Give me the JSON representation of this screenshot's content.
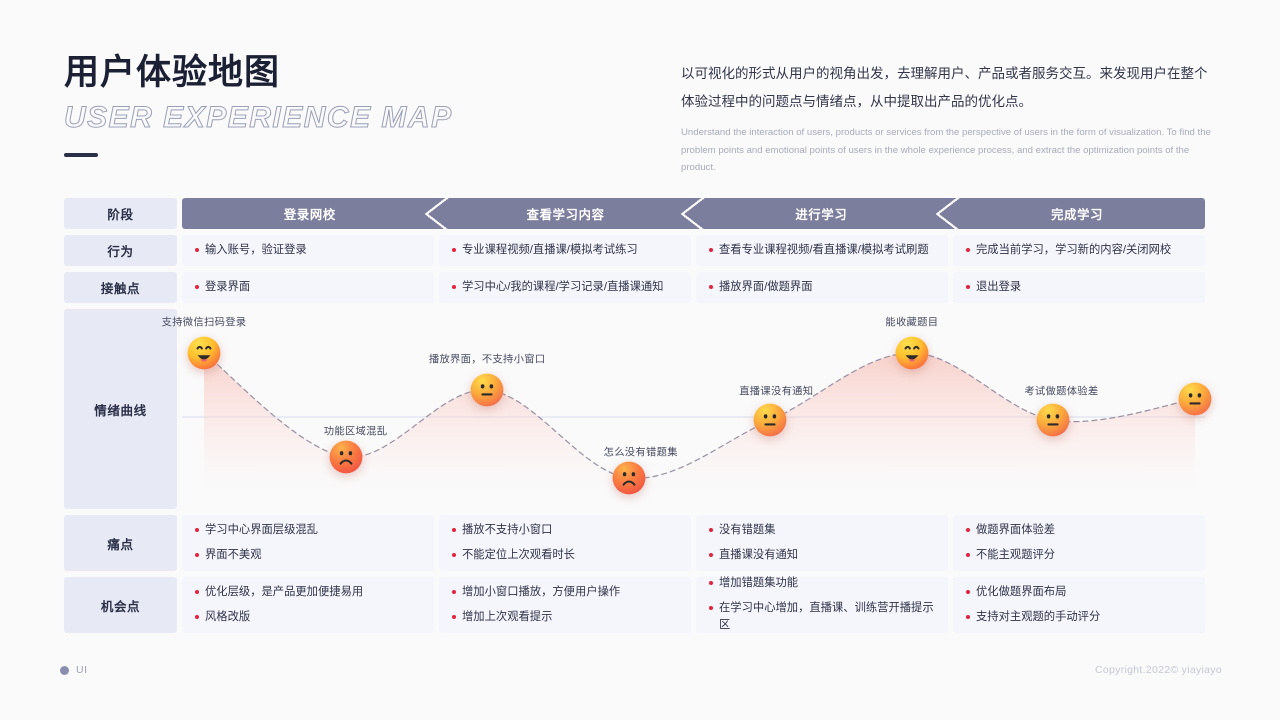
{
  "header": {
    "title_cn": "用户体验地图",
    "title_en": "USER EXPERIENCE MAP",
    "desc_cn": "以可视化的形式从用户的视角出发，去理解用户、产品或者服务交互。来发现用户在整个体验过程中的问题点与情绪点，从中提取出产品的优化点。",
    "desc_en": "Understand the interaction of users, products or services from the perspective of users in the form of visualization. To find the problem points and emotional points of users in the whole experience process, and extract the optimization points of the product."
  },
  "colors": {
    "page_bg": "#fafafb",
    "stage_bar": "#7c7e9d",
    "row_label_bg": "#e7eaf5",
    "cell_bg": "#f5f6fc",
    "bullet": "#e2243c",
    "title": "#1c2034",
    "curve_line": "#9b93a8",
    "curve_fill": "#f8d7d2"
  },
  "row_labels": {
    "stage": "阶段",
    "action": "行为",
    "touchpoint": "接触点",
    "emotion": "情绪曲线",
    "pain": "痛点",
    "opportunity": "机会点"
  },
  "stages": [
    {
      "label": "登录网校"
    },
    {
      "label": "查看学习内容"
    },
    {
      "label": "进行学习"
    },
    {
      "label": "完成学习"
    }
  ],
  "actions": [
    [
      "输入账号，验证登录"
    ],
    [
      "专业课程视频/直播课/模拟考试练习"
    ],
    [
      "查看专业课程视频/看直播课/模拟考试刷题"
    ],
    [
      "完成当前学习，学习新的内容/关闭网校"
    ]
  ],
  "touchpoints": [
    [
      "登录界面"
    ],
    [
      "学习中心/我的课程/学习记录/直播课通知"
    ],
    [
      "播放界面/做题界面"
    ],
    [
      "退出登录"
    ]
  ],
  "pains": [
    [
      "学习中心界面层级混乱",
      "界面不美观"
    ],
    [
      "播放不支持小窗口",
      "不能定位上次观看时长"
    ],
    [
      "没有错题集",
      "直播课没有通知"
    ],
    [
      "做题界面体验差",
      "不能主观题评分"
    ]
  ],
  "opportunities": [
    [
      "优化层级，是产品更加便捷易用",
      "风格改版"
    ],
    [
      "增加小窗口播放，方便用户操作",
      "增加上次观看提示"
    ],
    [
      "增加错题集功能",
      "在学习中心增加，直播课、训练营开播提示区"
    ],
    [
      "优化做题界面布局",
      "支持对主观题的手动评分"
    ]
  ],
  "chart_data": {
    "type": "line",
    "title": "情绪曲线",
    "xlabel": "",
    "ylabel": "",
    "grid": false,
    "legend": "none",
    "baseline_y": 0,
    "ylim": [
      -1.15,
      1.15
    ],
    "x": [
      0,
      1,
      2,
      3,
      4,
      5,
      6,
      7
    ],
    "points": [
      {
        "x": 0,
        "y": 1.0,
        "mood": "happy",
        "note": "支持微信扫码登录"
      },
      {
        "x": 1,
        "y": -0.62,
        "mood": "sad",
        "note": "功能区域混乱"
      },
      {
        "x": 2,
        "y": 0.42,
        "mood": "neutral",
        "note": "播放界面，不支持小窗口"
      },
      {
        "x": 3,
        "y": -0.95,
        "mood": "sad",
        "note": "怎么没有错题集"
      },
      {
        "x": 4,
        "y": -0.05,
        "mood": "neutral",
        "note": "直播课没有通知"
      },
      {
        "x": 5,
        "y": 1.0,
        "mood": "happy",
        "note": "能收藏题目"
      },
      {
        "x": 6,
        "y": -0.05,
        "mood": "neutral",
        "note": "考试做题体验差"
      },
      {
        "x": 7,
        "y": 0.28,
        "mood": "neutral",
        "note": ""
      }
    ],
    "series": [
      {
        "name": "情绪",
        "values": [
          1.0,
          -0.62,
          0.42,
          -0.95,
          -0.05,
          1.0,
          -0.05,
          0.28
        ]
      }
    ],
    "annotations": [
      "支持微信扫码登录",
      "功能区域混乱",
      "播放界面，不支持小窗口",
      "怎么没有错题集",
      "直播课没有通知",
      "能收藏题目",
      "考试做题体验差"
    ]
  },
  "footer": {
    "left_label": "UI",
    "copyright": "Copyright.2022© yiayiayo"
  }
}
